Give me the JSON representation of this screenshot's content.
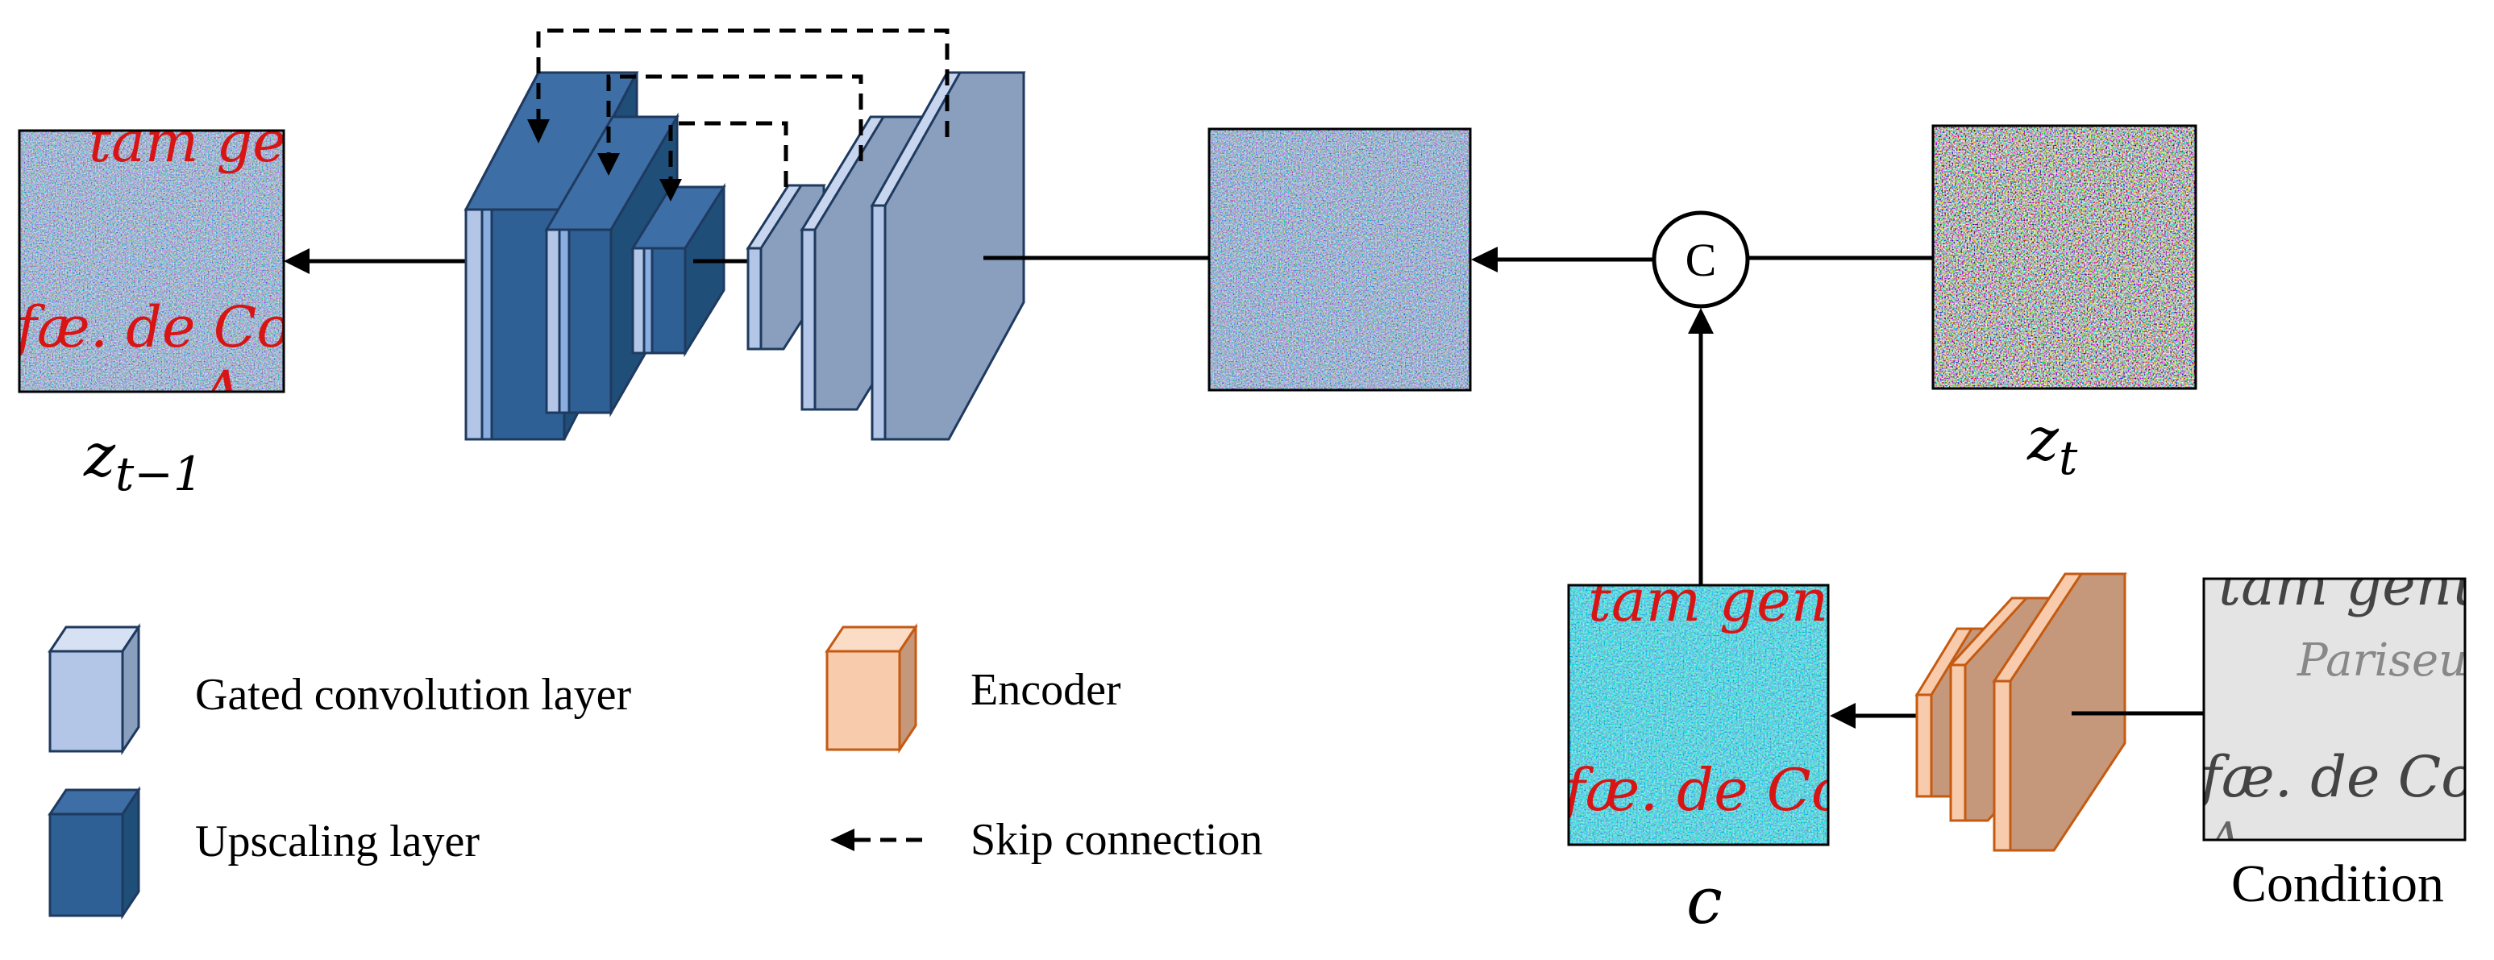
{
  "labels": {
    "z_prev_base": "z",
    "z_prev_sub": "t−1",
    "z_t_base": "z",
    "z_t_sub": "t",
    "c": "c",
    "condition": "Condition",
    "concat": "C"
  },
  "legend": {
    "gated_conv": "Gated convolution layer",
    "upscaling": "Upscaling layer",
    "encoder": "Encoder",
    "skip": "Skip connection"
  },
  "handwriting": {
    "line1": "tam genus",
    "line2": "Pariseul",
    "line3": "fæ. de Colo",
    "line4": "A",
    "line5": "A"
  },
  "colors": {
    "gated_front": "#b3c6e7",
    "gated_side": "#8a9fbd",
    "upscale_front": "#2e6096",
    "upscale_side": "#1f4e79",
    "encoder_front": "#f8cbad",
    "encoder_side": "#c5987c",
    "encoder_edge": "#c55a11",
    "ink_red": "#d81414"
  }
}
